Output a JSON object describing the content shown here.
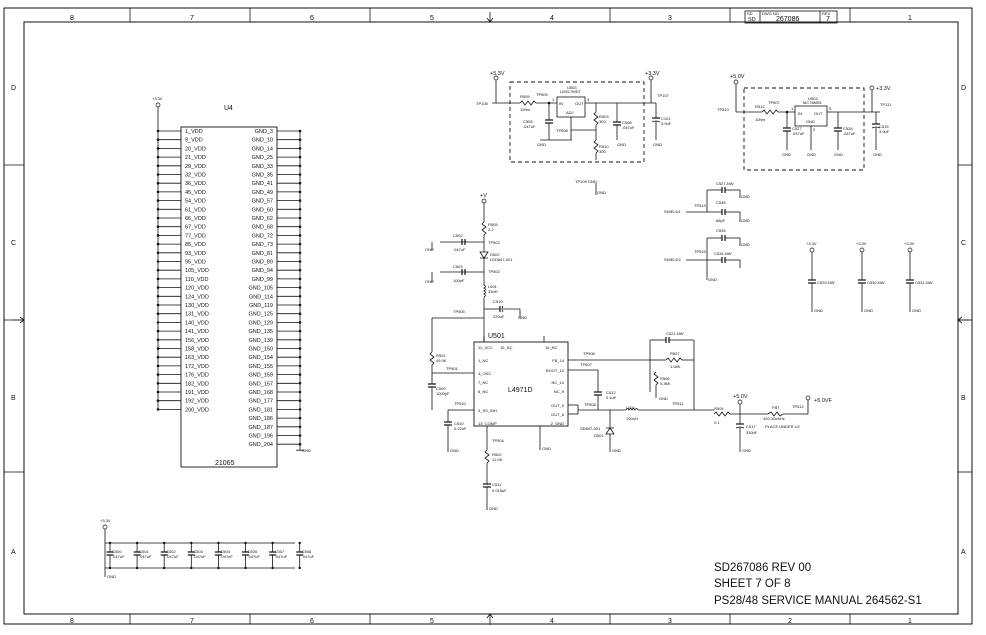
{
  "zones": {
    "cols": [
      "8",
      "7",
      "6",
      "5",
      "4",
      "3",
      "2",
      "1"
    ],
    "rows": [
      "D",
      "C",
      "B",
      "A"
    ]
  },
  "titleblock": {
    "size": "SD",
    "dwg": "DWG NO",
    "number": "267086",
    "rev": "REV",
    "sheet_num": "7"
  },
  "u4": {
    "ref": "U4",
    "part": "21065",
    "rail": "+3.3V",
    "vdd": [
      "1_VDD",
      "9_VDD",
      "20_VDD",
      "21_VDD",
      "29_VDD",
      "32_VDD",
      "36_VDD",
      "45_VDD",
      "54_VDD",
      "61_VDD",
      "66_VDD",
      "67_VDD",
      "77_VDD",
      "85_VDD",
      "93_VDD",
      "95_VDD",
      "105_VDD",
      "110_VDD",
      "120_VDD",
      "124_VDD",
      "130_VDD",
      "131_VDD",
      "140_VDD",
      "141_VDD",
      "156_VDD",
      "158_VDD",
      "163_VDD",
      "172_VDD",
      "176_VDD",
      "182_VDD",
      "191_VDD",
      "192_VDD",
      "200_VDD"
    ],
    "gnd": [
      "GND_3",
      "GND_10",
      "GND_14",
      "GND_25",
      "GND_33",
      "GND_35",
      "GND_41",
      "GND_49",
      "GND_57",
      "GND_60",
      "GND_62",
      "GND_68",
      "GND_72",
      "GND_73",
      "GND_81",
      "GND_89",
      "GND_94",
      "GND_99",
      "GND_105",
      "GND_114",
      "GND_119",
      "GND_125",
      "GND_129",
      "GND_135",
      "GND_139",
      "GND_150",
      "GND_154",
      "GND_155",
      "GND_159",
      "GND_157",
      "GND_168",
      "GND_177",
      "GND_181",
      "GND_186",
      "GND_187",
      "GND_196",
      "GND_204"
    ],
    "gnd_label": "GND"
  },
  "reg1": {
    "ref": "U503",
    "part": "LM317MDT",
    "in": "IN",
    "out": "OUT",
    "adj": "ADJ",
    "vin": "+5.3V",
    "vout": "+3.3V",
    "r_in": "R509",
    "r_in_v": "10hm",
    "tp_in": "TP108",
    "tp1": "TP509",
    "tp2": "TP508",
    "c1": "C505",
    "c1_v": ".047uF",
    "r2": "R503",
    "r2_v": "300",
    "r3": "R510",
    "r3_v": "300",
    "c2": "C506",
    "c2_v": ".047uF",
    "c3": "C101",
    "c3_v": "3.9uF",
    "tp_out": "TP107",
    "tp_gnd": "TP109 GND",
    "gnd": "GND",
    "pin1": "1",
    "pin2": "2",
    "pin3": "3"
  },
  "reg2": {
    "ref": "U503",
    "part": "MC78M05",
    "in": "IN",
    "out": "OUT",
    "gnd_pin": "GND",
    "vin": "+5.0V",
    "vout": "+3.3V",
    "r": "R512",
    "r_v": "10hm",
    "tp_in": "TP510",
    "tp1": "TP507",
    "tp_out": "TP111",
    "c1": "C527",
    "c1_v": ".047uF",
    "c2": "C528",
    "c2_v": ".047uF",
    "c3": "C515",
    "c3_v": "3.9uF",
    "gnd": "GND",
    "pin1": "1",
    "pin2": "2",
    "pin3": "3"
  },
  "shield": {
    "s1": "SHIELD1",
    "s2": "SHIELD2",
    "c1": "C527-NW",
    "c2": "C535",
    "c2_v": "68pF",
    "c3": "C535",
    "c4": "C534-NW",
    "tp1": "TP513",
    "tp2": "TP515",
    "gnd": "GND"
  },
  "caps_right": {
    "rail": "+3.3V",
    "items": [
      "C529-NW",
      "C530-NW",
      "C531-NW"
    ],
    "gnd": "GND"
  },
  "buck": {
    "ref": "U501",
    "part": "L4971D",
    "vin": "+V",
    "pins_left": [
      "11_VCC",
      "1_NC",
      "4_OSC",
      "7_NC",
      "8_NC",
      "3_SS_INH",
      "13_COMP"
    ],
    "pins_top": [
      "15_NC",
      "16_NC"
    ],
    "pins_right": [
      "FB_14",
      "BOOT_12",
      "NC_10",
      "NC_9",
      "OUT_5",
      "OUT_6",
      "2_GND"
    ],
    "r505": "R505",
    "r505_v": "2.2",
    "d502": "D502",
    "d502_v": "LED847-001",
    "c502": "C502",
    "c502_v": ".047uF",
    "c503": "C503",
    "c503_v": "100pF",
    "l501": "L501",
    "l501_v": "33uH",
    "c510": "C510",
    "c510_v": "220uF",
    "tp503": "TP503",
    "tp502": "TP502",
    "tp505": "TP505",
    "r501": "R501",
    "r501_v": "49.9K",
    "c509": "C509",
    "c509_v": "1000pF",
    "c510b": "C510",
    "c510b_v": "0.22uF",
    "r502": "R502",
    "r502_v": "12.0K",
    "c511": "C511",
    "c511_v": "0.015uF",
    "c512": "C512",
    "c512_v": "0.1uF",
    "c521": "C521-NW",
    "r507": "R507",
    "r507_v": "1.58K",
    "r506": "R506",
    "r506_v": "5.36K",
    "l502": "L502",
    "l502_v": "100uH",
    "d501": "D501",
    "d501_v": "SD847-001",
    "r504": "R504",
    "r504_v": "0.1",
    "c517": "C517",
    "c517_v": "330uF",
    "fb": "FB7",
    "fb_v": "420-10ohHz",
    "place": "PLACE UNDER U2",
    "v5": "+5.0V",
    "v5out": "+5.0VF",
    "tp_fb": "TP506",
    "tp_boot": "TP507",
    "tp_sw": "TP508",
    "tp_out": "TP511",
    "tp_vf": "TP512",
    "tp_c": "TP504",
    "tp_ss": "TP510",
    "tp_osc": "TP501",
    "gnd": "GND"
  },
  "caps_bottom": {
    "rail": "+3.3V",
    "items": [
      {
        "ref": "C500",
        "v": ".047uF"
      },
      {
        "ref": "C501",
        "v": ".047uF"
      },
      {
        "ref": "C502",
        "v": ".047uF"
      },
      {
        "ref": "C503",
        "v": ".047uF"
      },
      {
        "ref": "C504",
        "v": ".047uF"
      },
      {
        "ref": "C505",
        "v": ".047uF"
      },
      {
        "ref": "C507",
        "v": ".047uF"
      },
      {
        "ref": "C508",
        "v": ".047uF"
      }
    ],
    "gnd": "GND"
  },
  "title": {
    "line1": "SD267086 REV 00",
    "line2": "SHEET 7 OF 8",
    "line3": "PS28/48 SERVICE MANUAL 264562-S1"
  }
}
